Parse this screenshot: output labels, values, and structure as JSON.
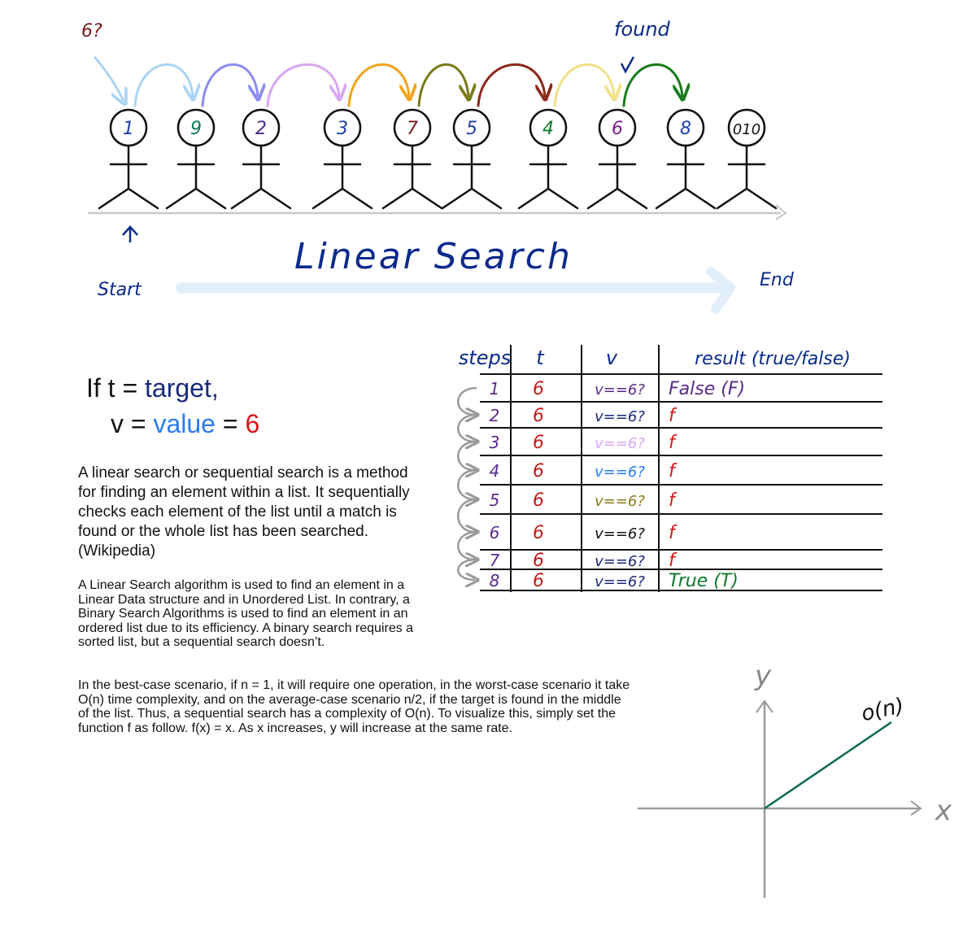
{
  "header": {
    "query_label": "6?",
    "found_label": "found",
    "start_label": "Start",
    "end_label": "End",
    "title": "Linear Search"
  },
  "people": [
    {
      "value": "1",
      "color": "#1f3fa8"
    },
    {
      "value": "9",
      "color": "#0c7a55"
    },
    {
      "value": "2",
      "color": "#4a2a8a"
    },
    {
      "value": "3",
      "color": "#1f3fa8"
    },
    {
      "value": "7",
      "color": "#7a1a1a"
    },
    {
      "value": "5",
      "color": "#1f3fa8"
    },
    {
      "value": "4",
      "color": "#0c7a2a"
    },
    {
      "value": "6",
      "color": "#7a1a8a"
    },
    {
      "value": "8",
      "color": "#1f3fa8"
    },
    {
      "value": "010",
      "color": "#111111"
    }
  ],
  "hop_colors": [
    "#a9d4f5",
    "#8a8cf2",
    "#d9a6f2",
    "#f2a31c",
    "#7a7a1a",
    "#8a2a1a",
    "#f2e08a",
    "#1a7a1a"
  ],
  "definition": {
    "line1_prefix": "If t = ",
    "line1_value": "target,",
    "line2_prefix": "v = ",
    "line2_value": "value",
    "line2_eq": " = ",
    "line2_num": "6",
    "target_color": "#1a2a7a",
    "value_color": "#2a7af2",
    "num_color": "#d41a1a"
  },
  "table": {
    "headers": [
      "steps",
      "t",
      "v",
      "result (true/false)"
    ],
    "rows": [
      {
        "step": "1",
        "t": "6",
        "v": "v==6?",
        "result": "False (F)",
        "v_color": "#5a2a8a",
        "r_color": "#5a2a8a"
      },
      {
        "step": "2",
        "t": "6",
        "v": "v==6?",
        "result": "f",
        "v_color": "#1a2a7a",
        "r_color": "#d41a1a"
      },
      {
        "step": "3",
        "t": "6",
        "v": "v==6?",
        "result": "f",
        "v_color": "#d9a6f2",
        "r_color": "#d41a1a"
      },
      {
        "step": "4",
        "t": "6",
        "v": "v==6?",
        "result": "f",
        "v_color": "#2a7af2",
        "r_color": "#d41a1a"
      },
      {
        "step": "5",
        "t": "6",
        "v": "v==6?",
        "result": "f",
        "v_color": "#8a7a1a",
        "r_color": "#d41a1a"
      },
      {
        "step": "6",
        "t": "6",
        "v": "v==6?",
        "result": "f",
        "v_color": "#111111",
        "r_color": "#d41a1a"
      },
      {
        "step": "7",
        "t": "6",
        "v": "v==6?",
        "result": "f",
        "v_color": "#1a2a7a",
        "r_color": "#d41a1a"
      },
      {
        "step": "8",
        "t": "6",
        "v": "v==6?",
        "result": "True (T)",
        "v_color": "#1a2a7a",
        "r_color": "#0c7a2a"
      }
    ],
    "step_color": "#5a2a8a",
    "t_color": "#c41a1a"
  },
  "paragraphs": [
    "A linear search or sequential search is a method for finding an element within a list. It sequentially checks each element of the list until a match is found or the whole list has been searched. (Wikipedia)",
    "A Linear Search algorithm is used to find an element in a Linear Data structure and in Unordered List. In contrary, a Binary Search Algorithms is used to find an element in an ordered list due to its efficiency. A binary search requires a sorted list, but a sequential search doesn’t.",
    "In the best-case scenario, if n = 1, it will require one operation, in the worst-case scenario it take O(n) time complexity, and on the average-case scenario n/2, if the target is found in the middle of the list. Thus, a sequential search has a complexity of O(n). To visualize this, simply set the function f as follow. f(x) = x. As x increases, y will increase at the same rate."
  ],
  "graph": {
    "y_label": "y",
    "x_label": "x",
    "curve_label": "o(n)",
    "curve_color": "#0c6a4a",
    "axis_color": "#999999"
  }
}
